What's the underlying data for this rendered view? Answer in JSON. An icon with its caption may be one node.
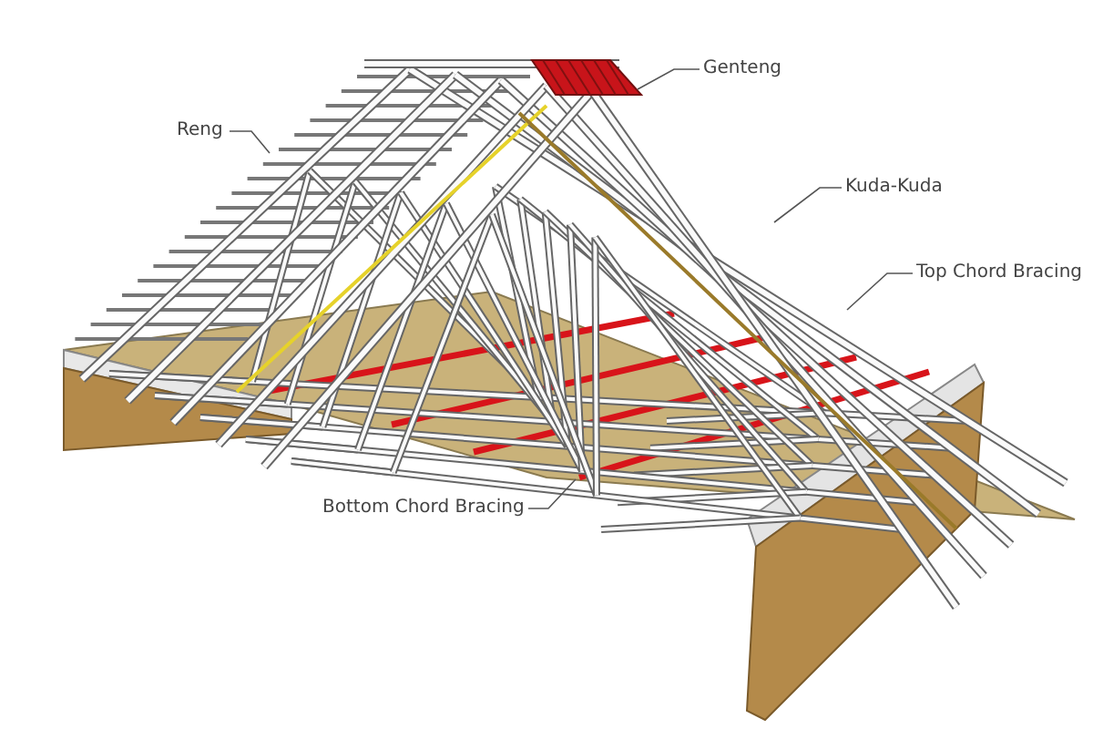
{
  "diagram": {
    "nodes": [
      {
        "text": [
          "Genteng"
        ]
      },
      {
        "text": [
          "Reng"
        ]
      },
      {
        "text": [
          "Kuda-Kuda"
        ]
      },
      {
        "text": [
          "Top Chord Bracing"
        ]
      },
      {
        "text": [
          "Bottom Chord Bracing"
        ]
      }
    ],
    "edges": [
      {
        "from": 0,
        "to": null,
        "arrow": "none"
      },
      {
        "from": 1,
        "to": null,
        "arrow": "none"
      },
      {
        "from": 2,
        "to": null,
        "arrow": "none"
      },
      {
        "from": 3,
        "to": null,
        "arrow": "none"
      },
      {
        "from": 4,
        "to": null,
        "arrow": "none"
      }
    ]
  }
}
